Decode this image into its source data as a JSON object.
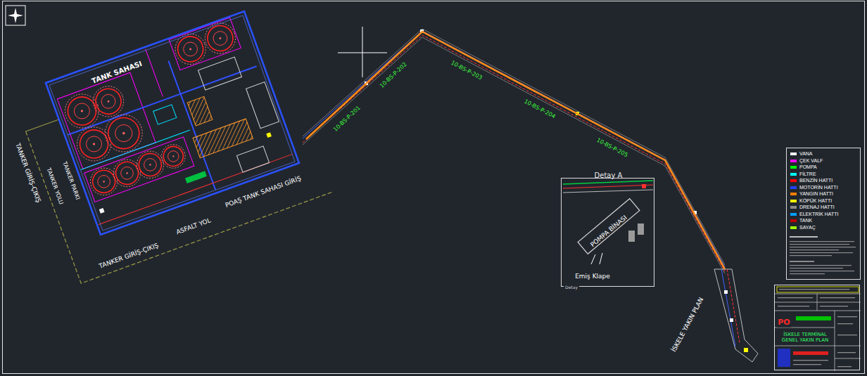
{
  "diagram": {
    "nodes": [
      {
        "text": [
          "TANK SAHASI"
        ]
      },
      {
        "text": [
          "Detay A"
        ]
      },
      {
        "text": [
          "POMPA BİNASI"
        ],
        "in": 1
      },
      {
        "text": [
          "İSKELE YAKIN PLAN"
        ]
      },
      {
        "text": [
          "İSKELE TERMİNAL GENEL YAKIN PLAN"
        ]
      }
    ],
    "edges": [
      {
        "from": 0,
        "to": 3,
        "arrow": "none"
      }
    ],
    "labels": [
      "TANKER GİRİŞ-ÇIKIŞ",
      "TANKER YOLU",
      "TANKER PARKI",
      "TANKER GİRİŞ-ÇIKIŞ",
      "ASFALT YOL",
      "POAŞ TANK SAHASI GİRİŞ",
      "10-BS-P-201",
      "10-BS-P-202",
      "10-BS-P-203",
      "10-BS-P-204",
      "10-BS-P-205",
      "Emiş Klape",
      "Detay",
      "PO"
    ],
    "legend": [
      {
        "text": "VANA",
        "color": "#ffffff"
      },
      {
        "text": "ÇEK VALF",
        "color": "#ff00ff"
      },
      {
        "text": "POMPA",
        "color": "#00ff00"
      },
      {
        "text": "FİLTRE",
        "color": "#00ffff"
      },
      {
        "text": "BENZİN HATTI",
        "color": "#ff0000"
      },
      {
        "text": "MOTORİN HATTI",
        "color": "#2040ff"
      },
      {
        "text": "YANGIN HATTI",
        "color": "#ff7f00"
      },
      {
        "text": "KÖPÜK HATTI",
        "color": "#ffff00"
      },
      {
        "text": "DRENAJ HATTI",
        "color": "#8a8a8a"
      },
      {
        "text": "ELEKTRİK HATTI",
        "color": "#00a0ff"
      },
      {
        "text": "TANK",
        "color": "#c00000"
      },
      {
        "text": "SAYAÇ",
        "color": "#a0ff00"
      }
    ]
  }
}
